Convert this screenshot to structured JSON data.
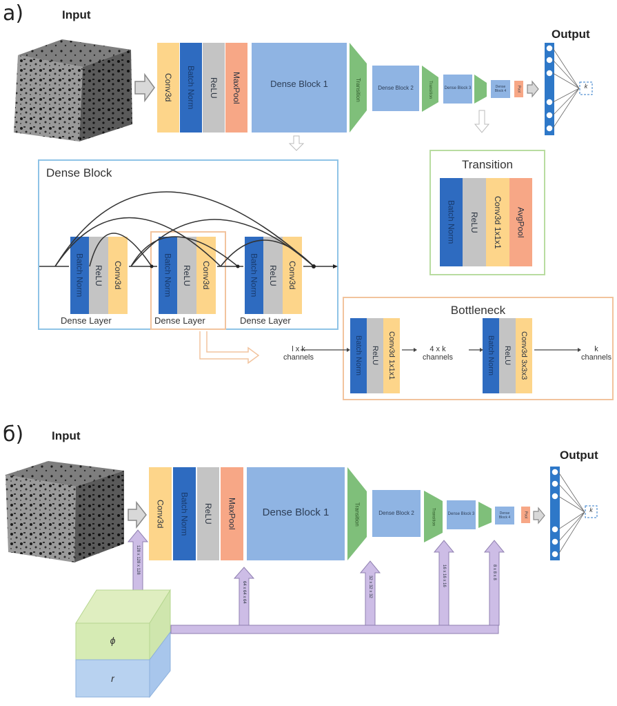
{
  "panel_a": {
    "label": "a)",
    "input_label": "Input",
    "output_label": "Output",
    "main_pipeline": [
      "Conv3d",
      "Batch Norm",
      "ReLU",
      "MaxPool",
      "Dense Block 1",
      "Transition",
      "Dense Block 2",
      "Transition",
      "Dense Block 3",
      "Transition",
      "Dense Block 4",
      "Pool"
    ],
    "output_node": "k",
    "dense_block": {
      "title": "Dense Block",
      "layers": [
        {
          "parts": [
            "Batch Norm",
            "ReLU",
            "Conv3d"
          ],
          "label": "Dense Layer"
        },
        {
          "parts": [
            "Batch Norm",
            "ReLU",
            "Conv3d"
          ],
          "label": "Dense Layer"
        },
        {
          "parts": [
            "Batch Norm",
            "ReLU",
            "Conv3d"
          ],
          "label": "Dense Layer"
        }
      ]
    },
    "transition": {
      "title": "Transition",
      "parts": [
        "Batch Norm",
        "ReLU",
        "Conv3d 1x1x1",
        "AvgPool"
      ]
    },
    "bottleneck": {
      "title": "Bottleneck",
      "input": "l x k\nchannels",
      "stage1": [
        "Batch Norm",
        "ReLU",
        "Conv3d 1x1x1"
      ],
      "middle": "4 x k\nchannels",
      "stage2": [
        "Batch Norm",
        "ReLU",
        "Conv3d 3x3x3"
      ],
      "output": "k\nchannels"
    }
  },
  "panel_b": {
    "label": "б)",
    "input_label": "Input",
    "output_label": "Output",
    "main_pipeline": [
      "Conv3d",
      "Batch Norm",
      "ReLU",
      "MaxPool",
      "Dense Block 1",
      "Transition",
      "Dense Block 2",
      "Transition",
      "Dense Block 3",
      "Transition",
      "Dense Block 4",
      "Pool"
    ],
    "output_node": "k",
    "injection_sizes": [
      "128 x 128 x 128",
      "64 x 64 x 64",
      "32 x 32 x 32",
      "16 x 16 x 16",
      "8 x 8 x 8"
    ],
    "feature_cube": {
      "top": "ϕ",
      "bottom": "r"
    }
  },
  "colors": {
    "conv": "#fdd58a",
    "batch_norm": "#2e6bc0",
    "relu": "#c4c4c4",
    "pool": "#f7a786",
    "dense": "#8fb4e3",
    "transition": "#7fbf7a",
    "injection": "#cdbde6",
    "dense_box_border": "#8ec3e6",
    "transition_box_border": "#b8dca0",
    "bottleneck_box_border": "#f2c39d"
  }
}
